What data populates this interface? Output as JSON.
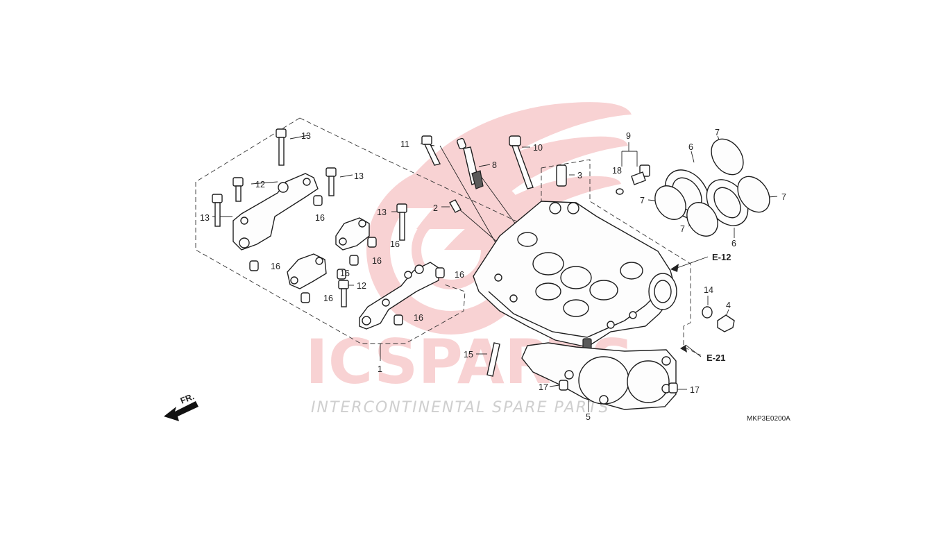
{
  "watermark": {
    "brand": "ICSPARTS",
    "tagline": "INTERCONTINENTAL SPARE PARTS",
    "brand_color": "#e0383c",
    "gray_color": "#cfcfcf"
  },
  "diagram_code": "MKP3E0200A",
  "front_indicator": "FR.",
  "references": [
    "E-12",
    "E-21"
  ],
  "callouts": [
    {
      "id": "c1",
      "label": "1"
    },
    {
      "id": "c2",
      "label": "2"
    },
    {
      "id": "c3",
      "label": "3"
    },
    {
      "id": "c4",
      "label": "4"
    },
    {
      "id": "c5",
      "label": "5"
    },
    {
      "id": "c6a",
      "label": "6"
    },
    {
      "id": "c6b",
      "label": "6"
    },
    {
      "id": "c7a",
      "label": "7"
    },
    {
      "id": "c7b",
      "label": "7"
    },
    {
      "id": "c7c",
      "label": "7"
    },
    {
      "id": "c7d",
      "label": "7"
    },
    {
      "id": "c8",
      "label": "8"
    },
    {
      "id": "c9",
      "label": "9"
    },
    {
      "id": "c10",
      "label": "10"
    },
    {
      "id": "c11",
      "label": "11"
    },
    {
      "id": "c12a",
      "label": "12"
    },
    {
      "id": "c12b",
      "label": "12"
    },
    {
      "id": "c13a",
      "label": "13"
    },
    {
      "id": "c13b",
      "label": "13"
    },
    {
      "id": "c13c",
      "label": "13"
    },
    {
      "id": "c13d",
      "label": "13"
    },
    {
      "id": "c14",
      "label": "14"
    },
    {
      "id": "c15",
      "label": "15"
    },
    {
      "id": "c16a",
      "label": "16"
    },
    {
      "id": "c16b",
      "label": "16"
    },
    {
      "id": "c16c",
      "label": "16"
    },
    {
      "id": "c16d",
      "label": "16"
    },
    {
      "id": "c16e",
      "label": "16"
    },
    {
      "id": "c16f",
      "label": "16"
    },
    {
      "id": "c16g",
      "label": "16"
    },
    {
      "id": "c16h",
      "label": "16"
    },
    {
      "id": "c17a",
      "label": "17"
    },
    {
      "id": "c17b",
      "label": "17"
    },
    {
      "id": "c18",
      "label": "18"
    }
  ]
}
